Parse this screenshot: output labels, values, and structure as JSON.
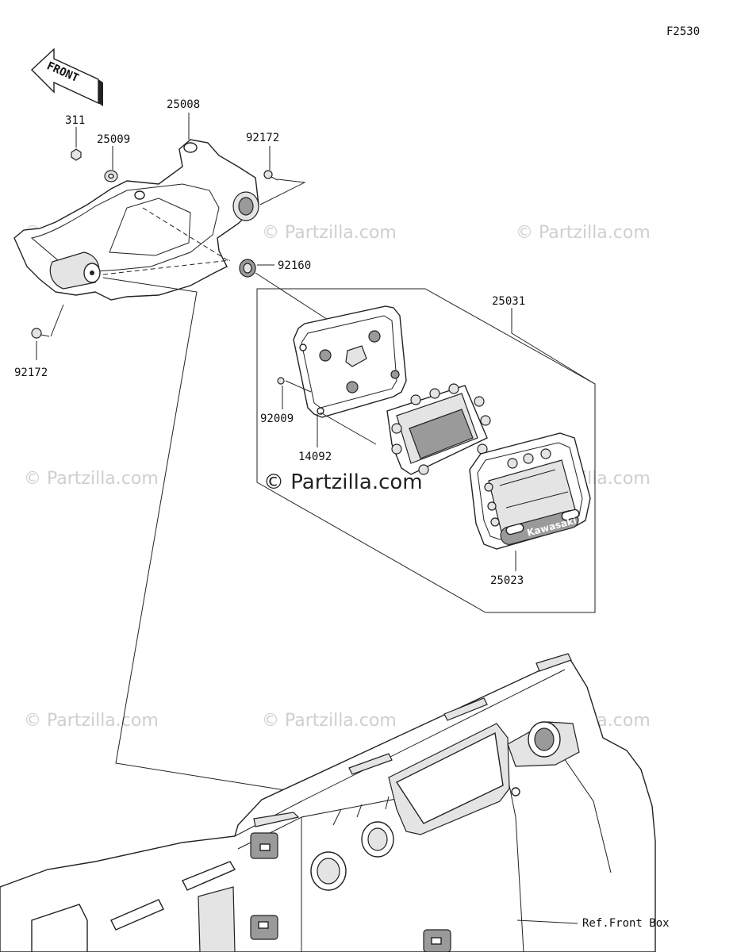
{
  "figure_id": "F2530",
  "direction_label": "FRONT",
  "watermark": "© Partzilla.com",
  "part_labels": {
    "p311": "311",
    "p25009": "25009",
    "p25008": "25008",
    "p92172_top": "92172",
    "p92160": "92160",
    "p92172_left": "92172",
    "p25031": "25031",
    "p92009": "92009",
    "p14092": "14092",
    "p25023": "25023"
  },
  "ref_note": "Ref.Front Box",
  "brand_text": "Kawasaki"
}
